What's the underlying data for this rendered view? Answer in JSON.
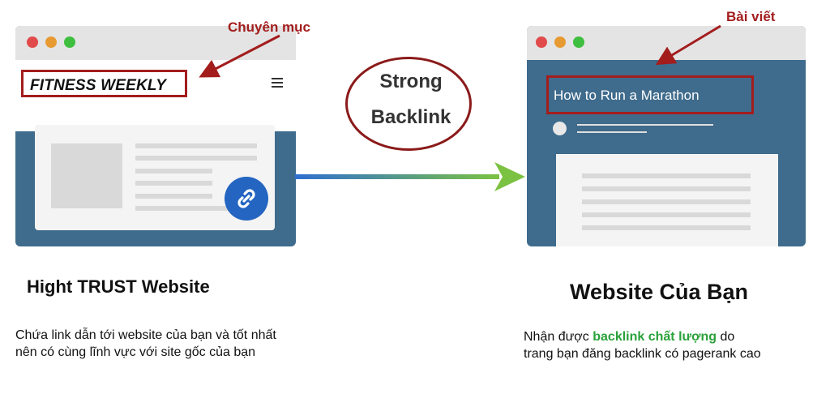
{
  "colors": {
    "window_body": "#3f6b8c",
    "window_bar": "#e4e4e4",
    "highlight_border": "#a31d1d",
    "link_button": "#2465c1",
    "arrow_start": "#2f6fd1",
    "arrow_end": "#7cc242",
    "green_highlight": "#2aa13a",
    "dot_red": "#e14b4b",
    "dot_orange": "#e79a32",
    "dot_green": "#3fbf3f"
  },
  "left_site": {
    "brand": "FITNESS WEEKLY",
    "callout": "Chuyên mục",
    "icons": {
      "menu": "hamburger-icon",
      "link": "link-chain-icon"
    }
  },
  "right_site": {
    "post_title": "How to Run a Marathon",
    "callout": "Bài viết"
  },
  "center": {
    "line1": "Strong",
    "line2": "Backlink"
  },
  "left_caption": {
    "title": "Hight TRUST Website",
    "desc_line1": "Chứa link dẫn tới website của bạn và tốt nhất",
    "desc_line2": "nên có cùng lĩnh vực với site gốc của bạn"
  },
  "right_caption": {
    "title": "Website Của Bạn",
    "desc_prefix": "Nhận được ",
    "desc_highlight": "backlink chất lượng",
    "desc_suffix": " do",
    "desc_line2": "trang bạn đăng backlink có pagerank cao"
  }
}
